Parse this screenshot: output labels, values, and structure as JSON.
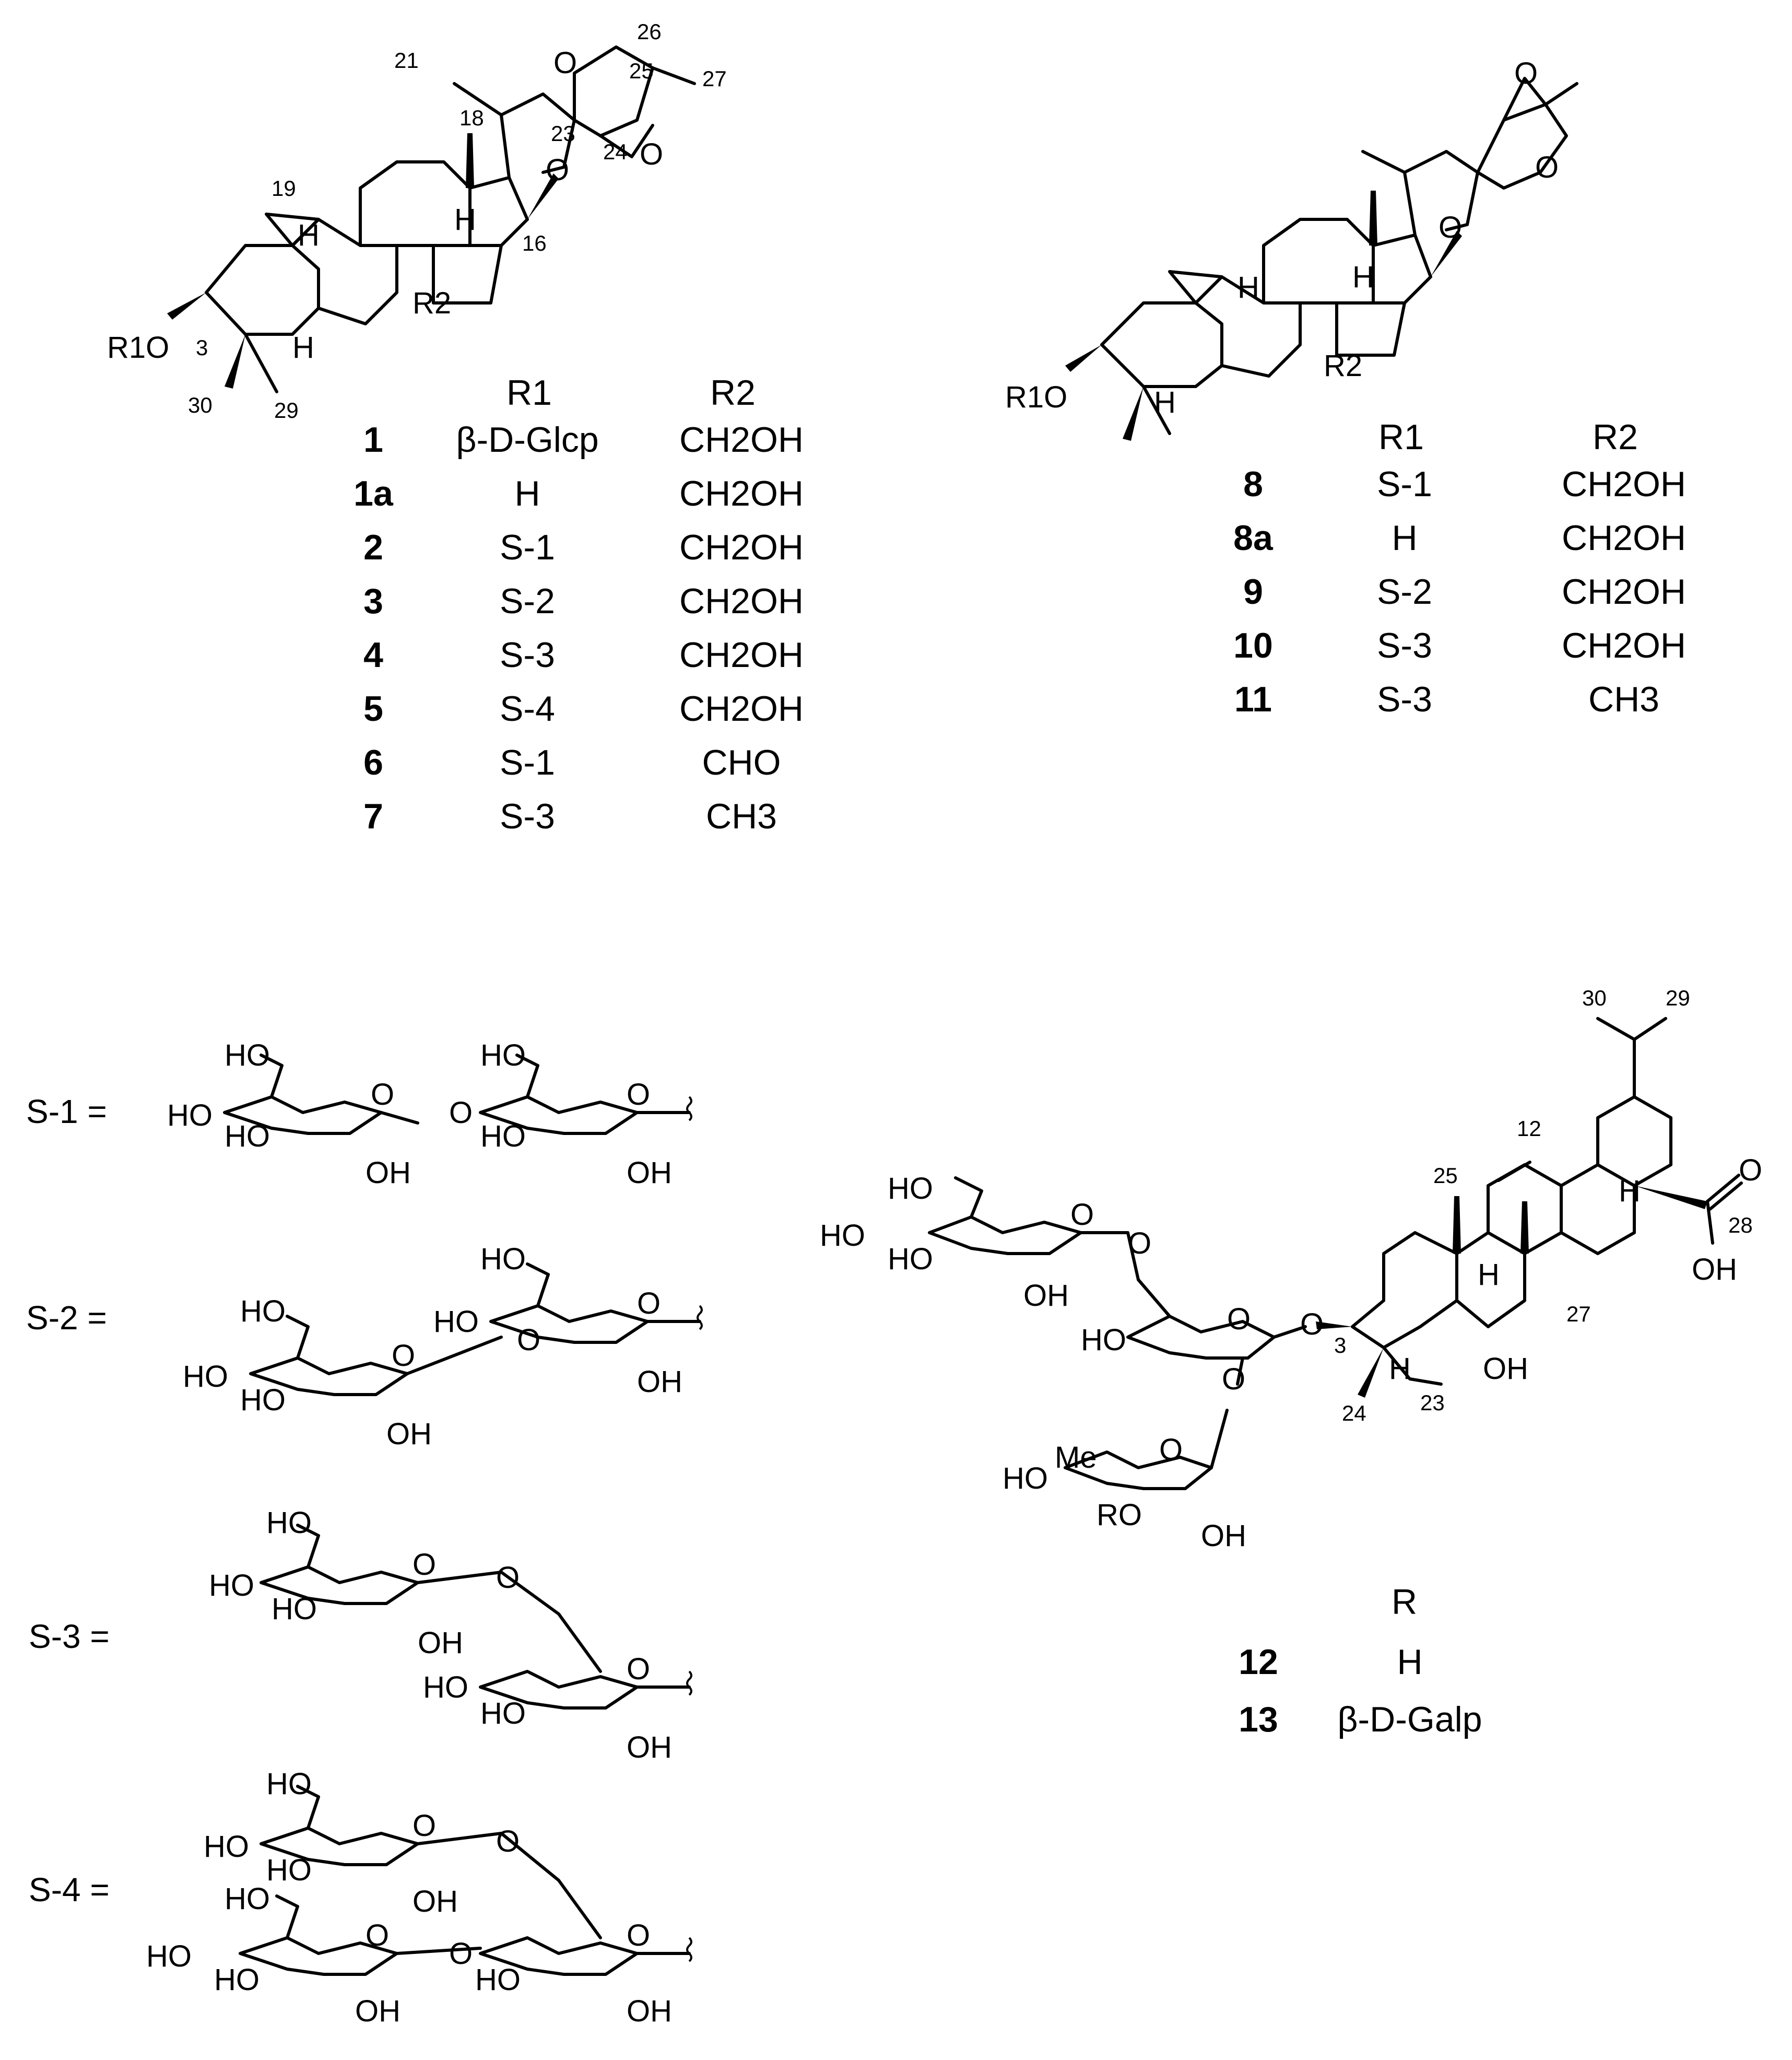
{
  "table1": {
    "header": {
      "r1": "R1",
      "r2": "R2"
    },
    "rows": [
      {
        "id": "1",
        "r1": "β-D-Glcp",
        "r2": "CH2OH"
      },
      {
        "id": "1a",
        "r1": "H",
        "r2": "CH2OH"
      },
      {
        "id": "2",
        "r1": "S-1",
        "r2": "CH2OH"
      },
      {
        "id": "3",
        "r1": "S-2",
        "r2": "CH2OH"
      },
      {
        "id": "4",
        "r1": "S-3",
        "r2": "CH2OH"
      },
      {
        "id": "5",
        "r1": "S-4",
        "r2": "CH2OH"
      },
      {
        "id": "6",
        "r1": "S-1",
        "r2": "CHO"
      },
      {
        "id": "7",
        "r1": "S-3",
        "r2": "CH3"
      }
    ]
  },
  "table2": {
    "header": {
      "r1": "R1",
      "r2": "R2"
    },
    "rows": [
      {
        "id": "8",
        "r1": "S-1",
        "r2": "CH2OH"
      },
      {
        "id": "8a",
        "r1": "H",
        "r2": "CH2OH"
      },
      {
        "id": "9",
        "r1": "S-2",
        "r2": "CH2OH"
      },
      {
        "id": "10",
        "r1": "S-3",
        "r2": "CH2OH"
      },
      {
        "id": "11",
        "r1": "S-3",
        "r2": "CH3"
      }
    ]
  },
  "table3": {
    "header": "R",
    "rows": [
      {
        "id": "12",
        "r": "H"
      },
      {
        "id": "13",
        "r": "β-D-Galp"
      }
    ]
  },
  "sugars": [
    {
      "label": "S-1 ="
    },
    {
      "label": "S-2 ="
    },
    {
      "label": "S-3 ="
    },
    {
      "label": "S-4 ="
    }
  ],
  "atoms": {
    "ho": "HO",
    "oh": "OH",
    "o": "O",
    "h": "H",
    "me": "Me",
    "ro": "RO",
    "r1o": "R1O",
    "r2": "R2"
  },
  "locants": {
    "s1": {
      "c21": "21",
      "c18": "18",
      "c23": "23",
      "c24": "24",
      "c25": "25",
      "c26": "26",
      "c27": "27",
      "c19": "19",
      "c16": "16",
      "c3": "3",
      "c30": "30",
      "c29": "29"
    },
    "s3": {
      "c12": "12",
      "c25": "25",
      "c28": "28",
      "c27": "27",
      "c3": "3",
      "c24": "24",
      "c23": "23",
      "c30": "30",
      "c29": "29"
    }
  }
}
